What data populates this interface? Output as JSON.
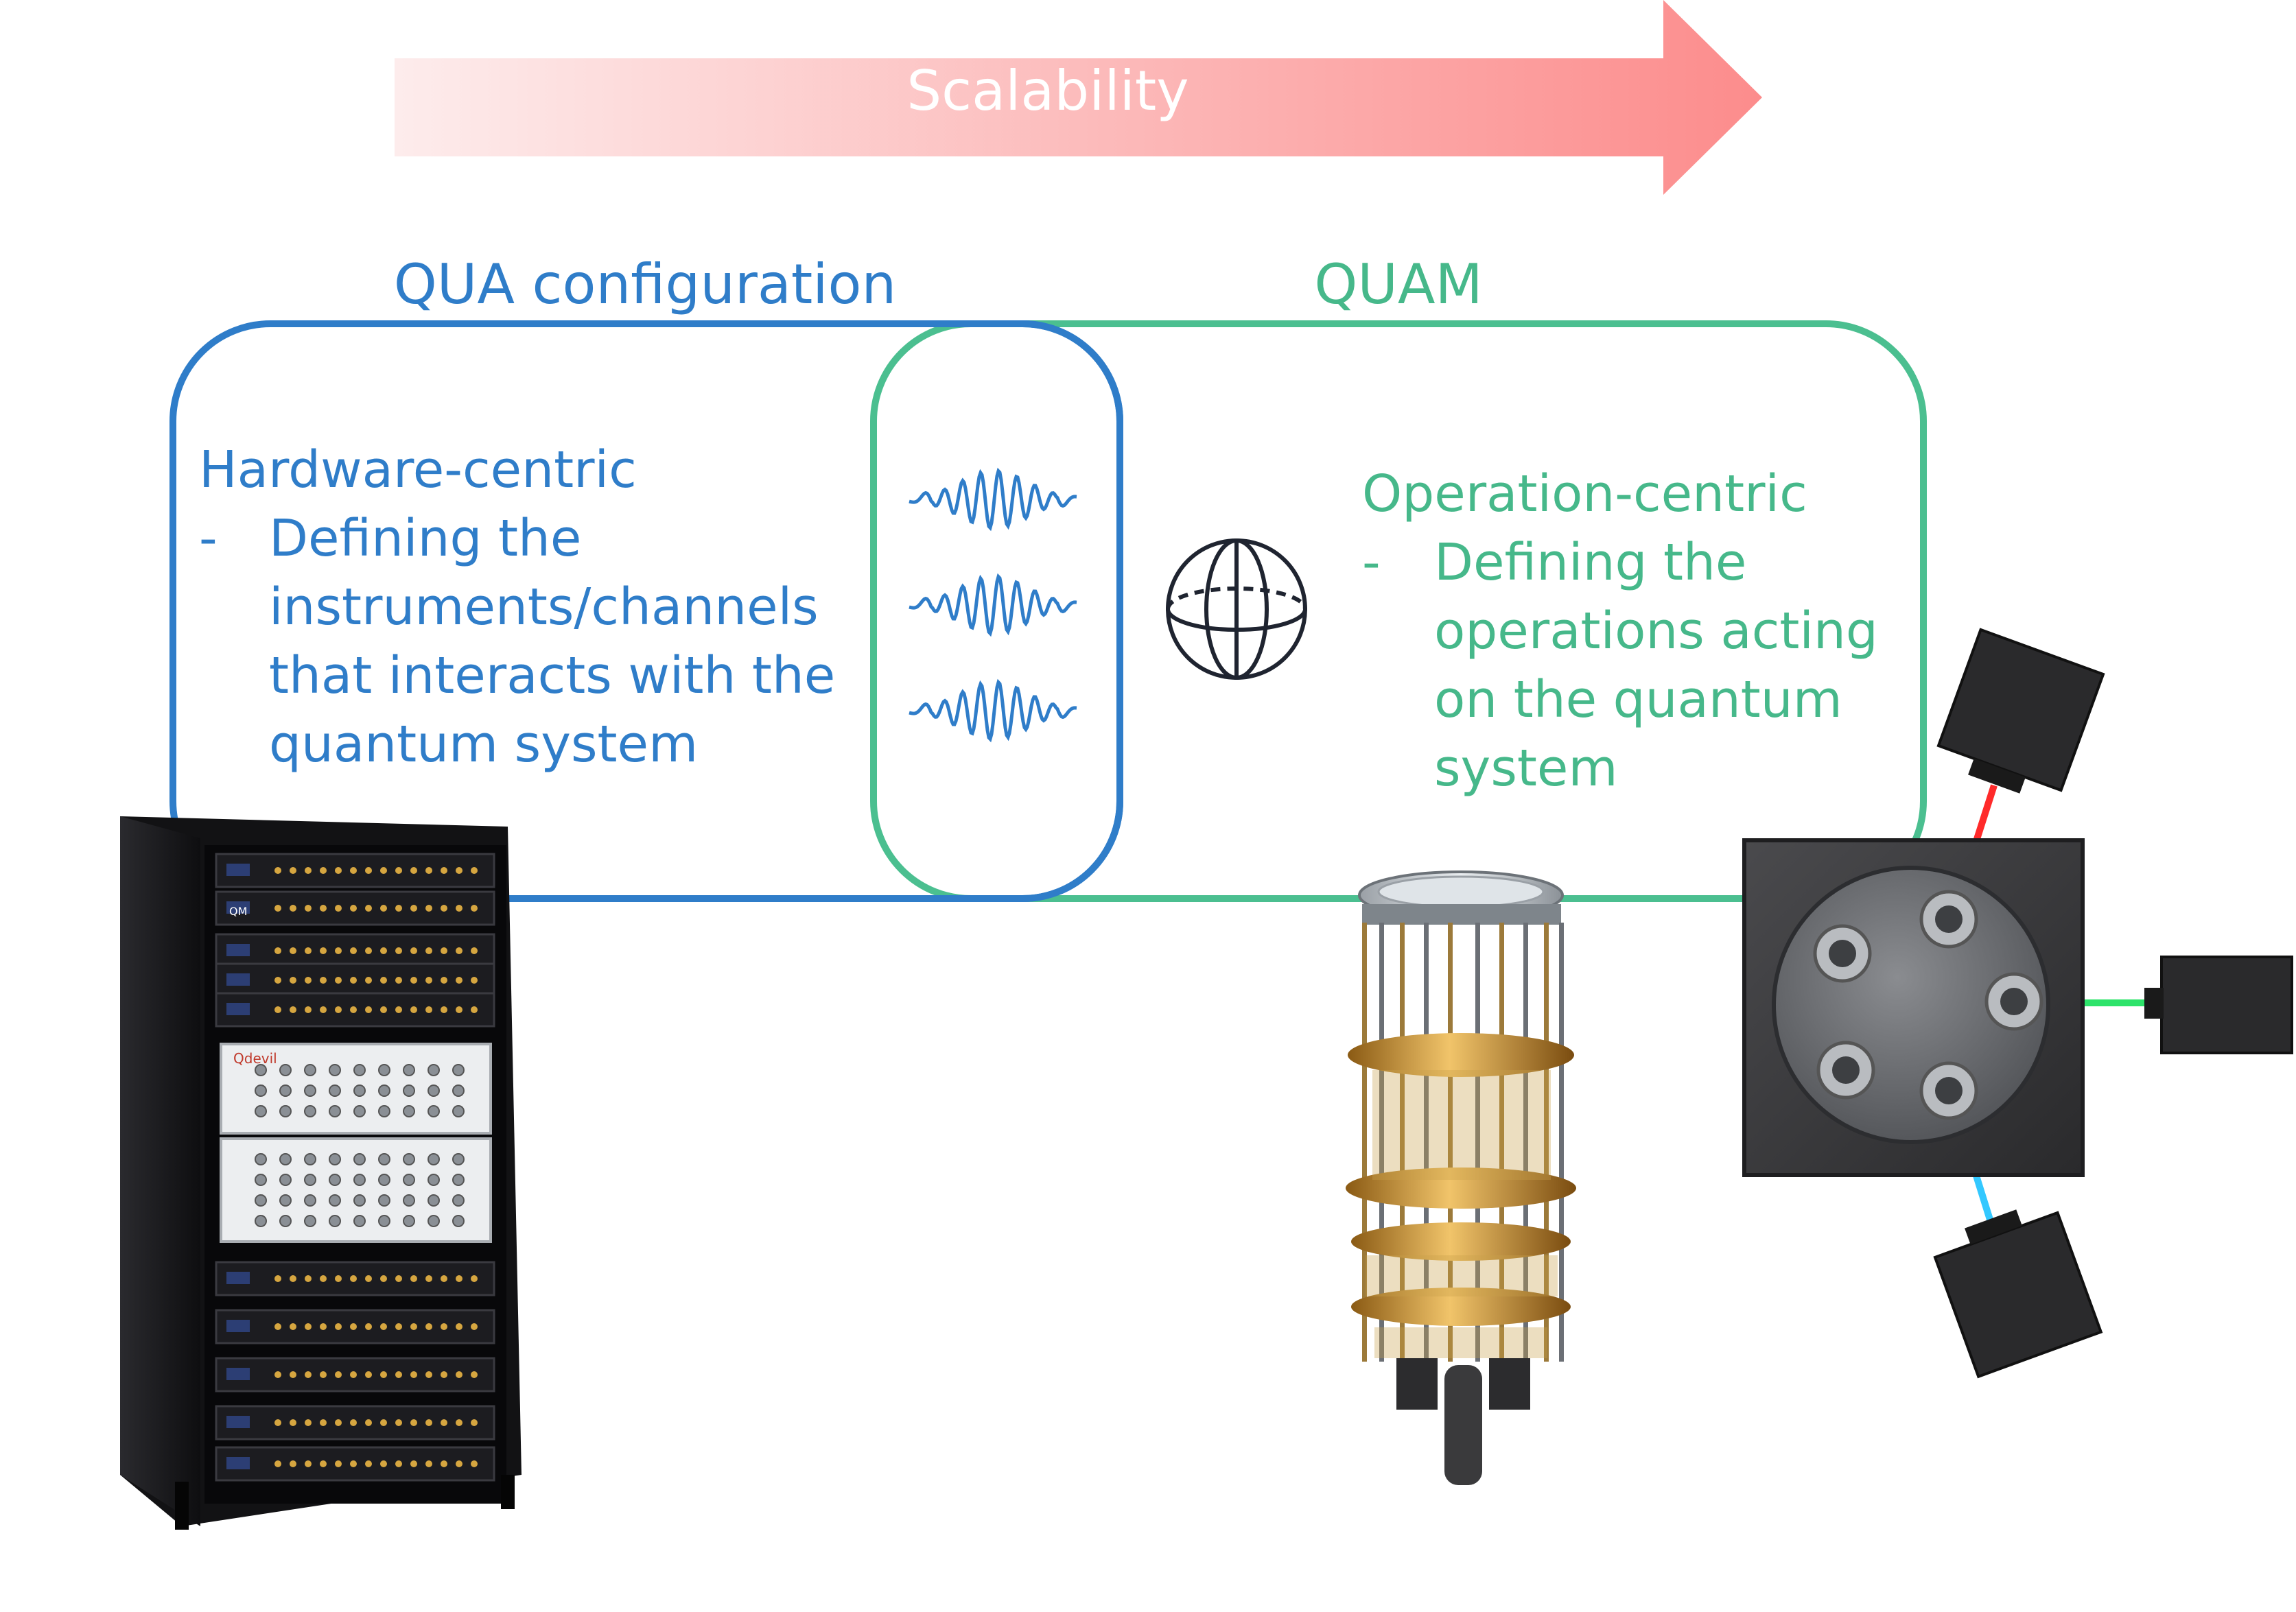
{
  "arrow": {
    "label": "Scalability"
  },
  "qua_config": {
    "title": "QUA configuration",
    "heading": "Hardware-centric",
    "bullet_marker": "-",
    "bullet_lines": [
      "Defining the",
      "instruments/channels",
      "that interacts with the",
      "quantum system"
    ]
  },
  "quam": {
    "title": "QUAM",
    "heading": "Operation-centric",
    "bullet_marker": "-",
    "bullet_lines": [
      "Defining the",
      "operations acting",
      "on the quantum",
      "system"
    ]
  },
  "icons": {
    "pulses": [
      "waveform-pulse-icon",
      "waveform-pulse-icon",
      "waveform-pulse-icon"
    ],
    "bloch": "bloch-sphere-icon"
  },
  "instruments": {
    "rack_brand_badge": "QM",
    "patch_panel_brand": "Qdevil"
  },
  "colors": {
    "arrow_start": "#fde8e8",
    "arrow_end": "#fc8c8c",
    "qua_blue": "#2f7dc9",
    "quam_green": "#4bbf90",
    "text_blue": "#2f7dc9",
    "text_green": "#46b88a",
    "laser_red": "#ff2a2a",
    "laser_green": "#2de36a",
    "laser_blue": "#33c8ff"
  }
}
